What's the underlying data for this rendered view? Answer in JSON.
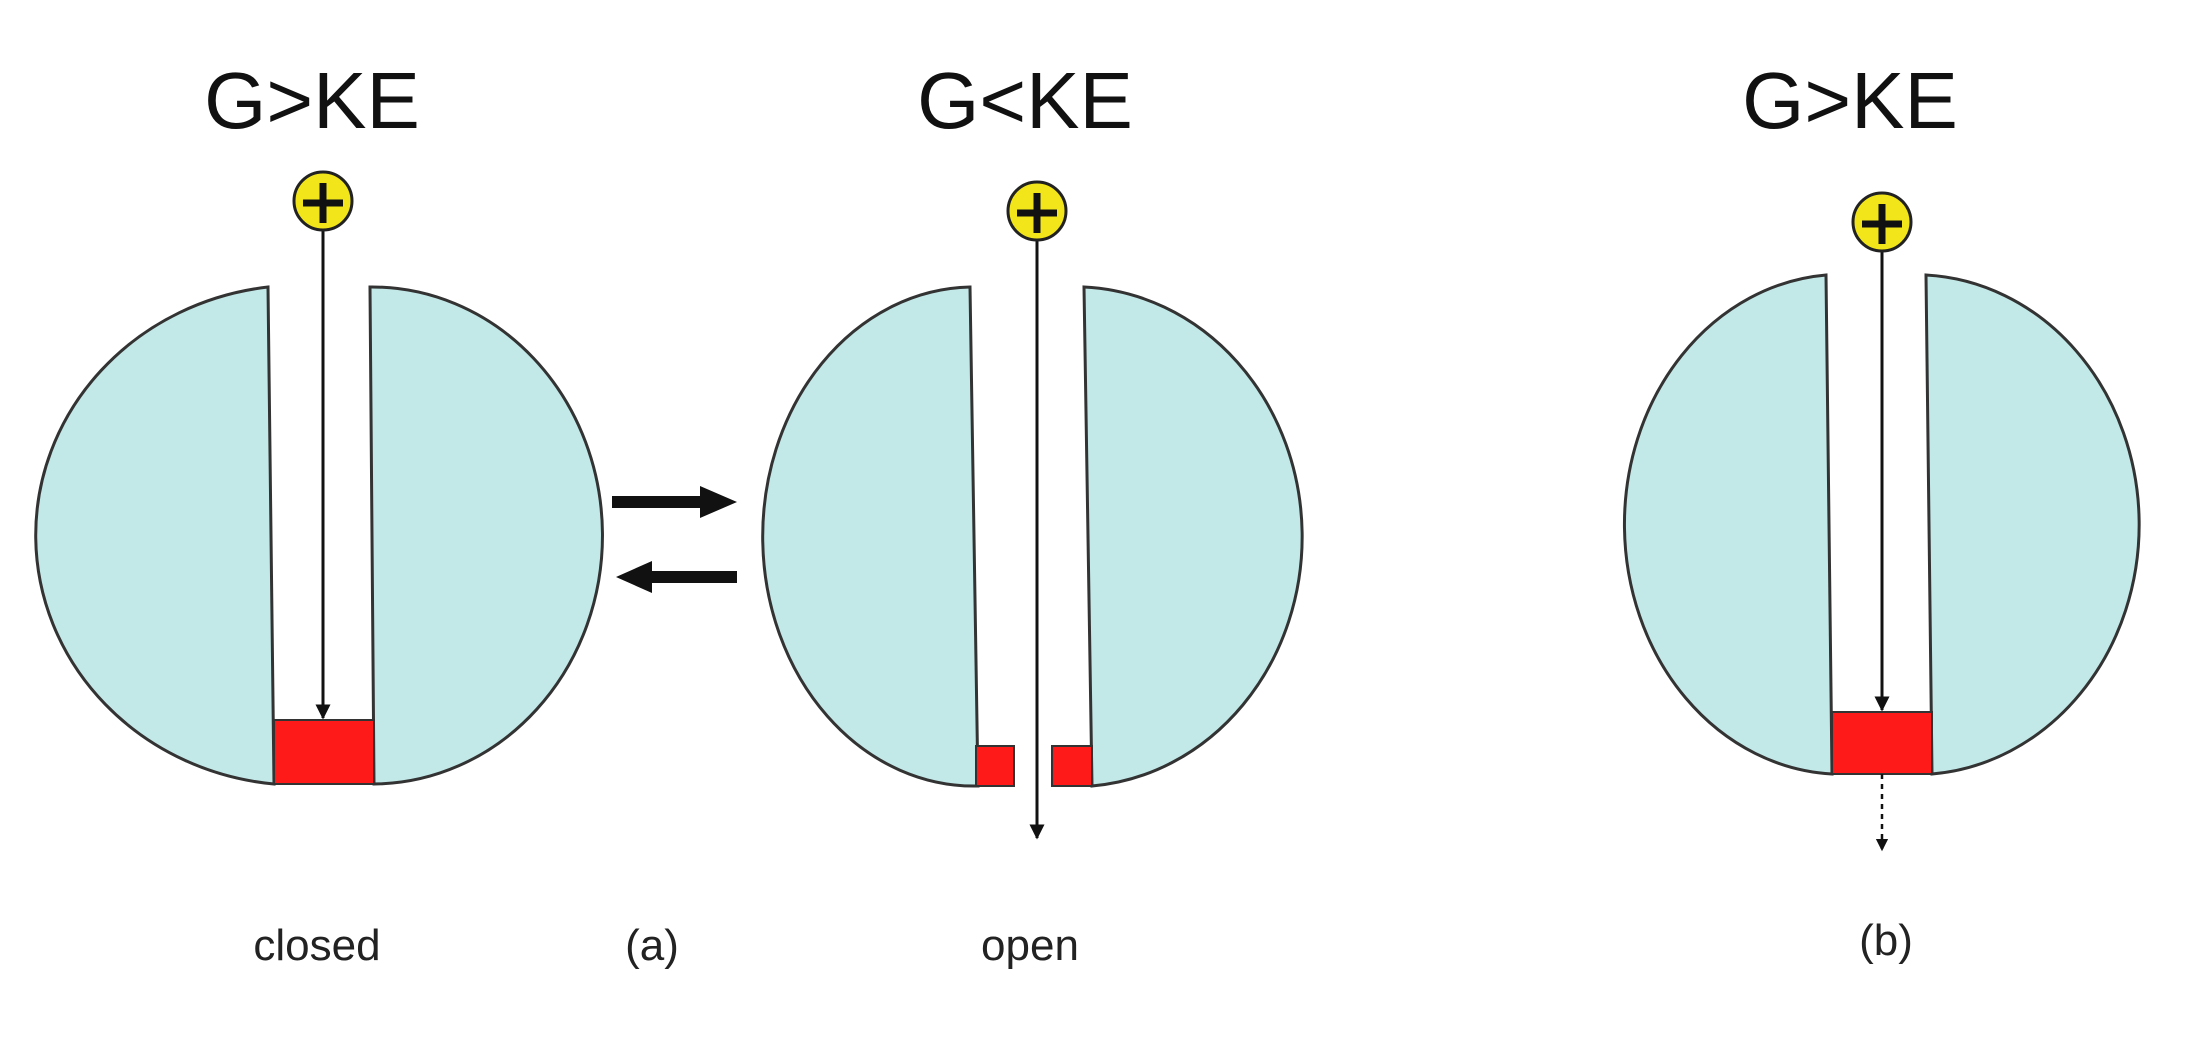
{
  "colors": {
    "lobe_fill": "#c2e9e8",
    "gate_fill": "#ff1a1a",
    "ion_fill": "#f2e61a",
    "ink": "#111111"
  },
  "icons": {
    "ion": "positive-ion-icon",
    "equilibrium": "equilibrium-arrows-icon"
  },
  "panels": [
    {
      "condition": "G>KE",
      "state_label": "closed",
      "ion_sign": "+"
    },
    {
      "condition": "G<KE",
      "state_label": "open",
      "ion_sign": "+"
    },
    {
      "condition": "G>KE",
      "state_label": "",
      "ion_sign": "+"
    }
  ],
  "part_labels": {
    "a": "(a)",
    "b": "(b)"
  }
}
